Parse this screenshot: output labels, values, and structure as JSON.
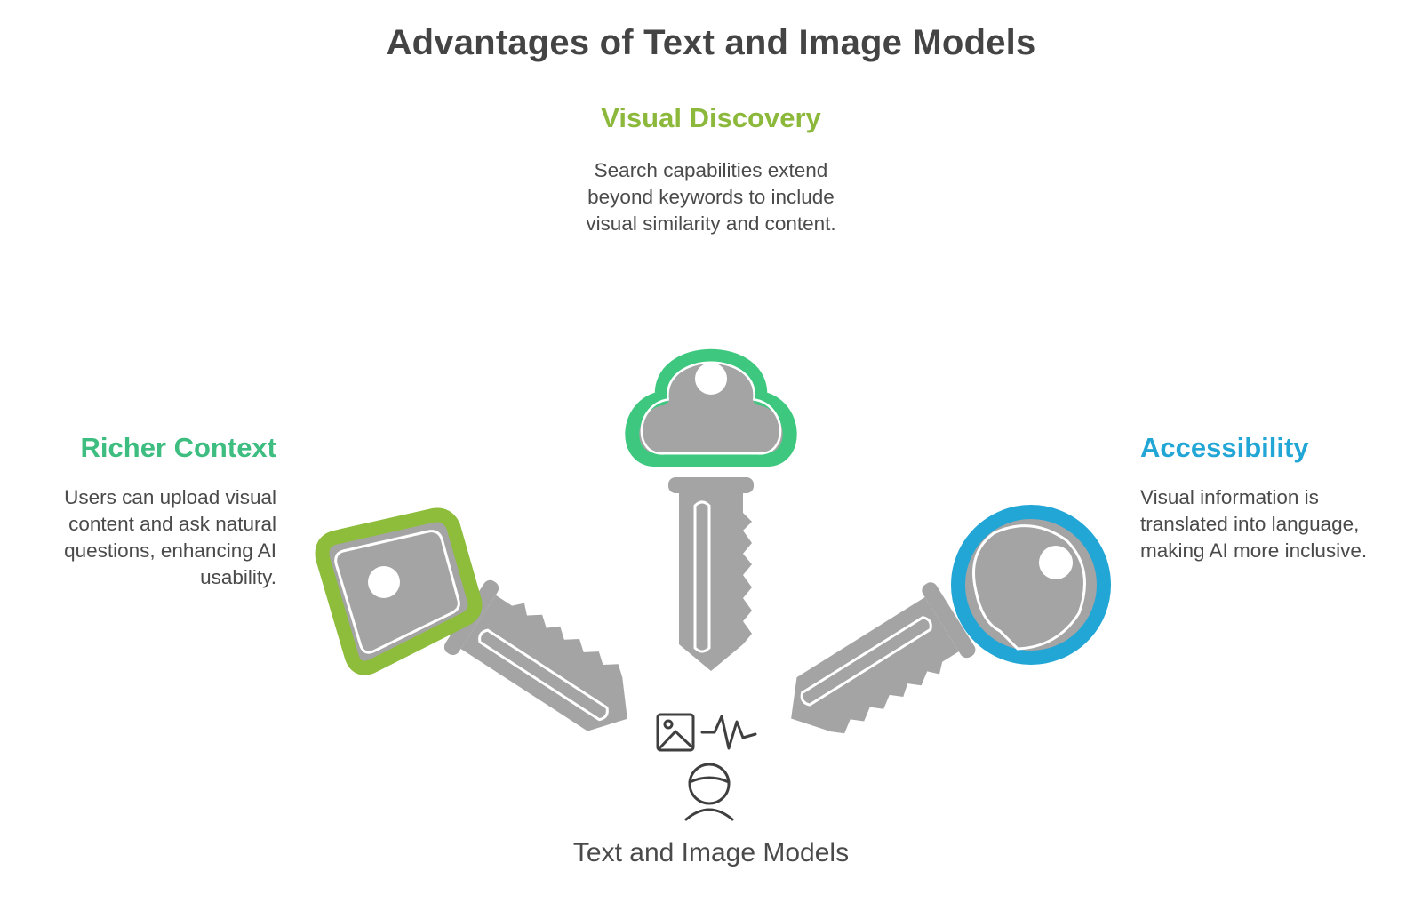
{
  "title": "Advantages of Text and Image Models",
  "center": {
    "label": "Text and Image Models",
    "icons": [
      "image-icon",
      "waveform-icon",
      "person-icon"
    ]
  },
  "items": [
    {
      "heading": "Visual Discovery",
      "description": "Search capabilities extend beyond keywords to include visual similarity and content.",
      "color": "#8cb83c",
      "key_color": "#3ec87f"
    },
    {
      "heading": "Richer Context",
      "description": "Users can upload visual content and ask natural questions, enhancing AI usability.",
      "color": "#3dbd80",
      "key_color": "#8dbd3a"
    },
    {
      "heading": "Accessibility",
      "description": "Visual information is translated into language, making AI more inclusive.",
      "color": "#22a6d6",
      "key_color": "#22a6d6"
    }
  ]
}
